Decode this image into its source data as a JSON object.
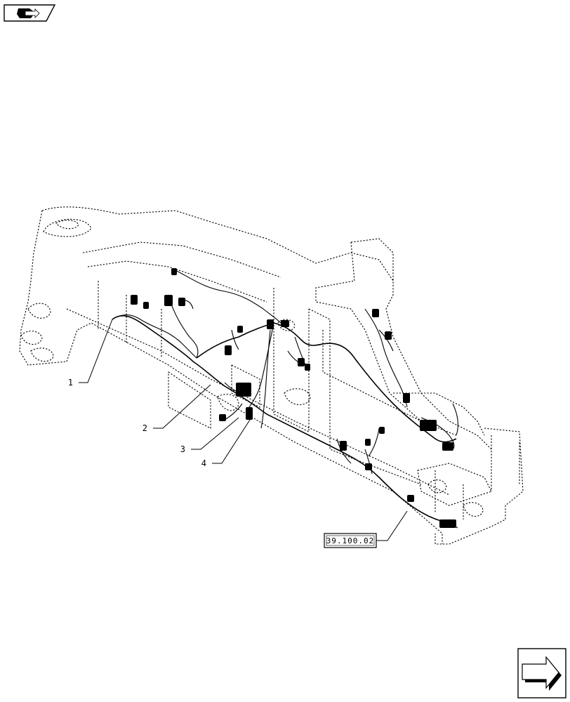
{
  "callouts": [
    {
      "label": "1"
    },
    {
      "label": "2"
    },
    {
      "label": "3"
    },
    {
      "label": "4"
    }
  ],
  "reference": {
    "label": "39.100.02"
  },
  "icons": {
    "top_left": "folder-arrow-icon",
    "bottom_right": "next-page-arrow-icon"
  }
}
